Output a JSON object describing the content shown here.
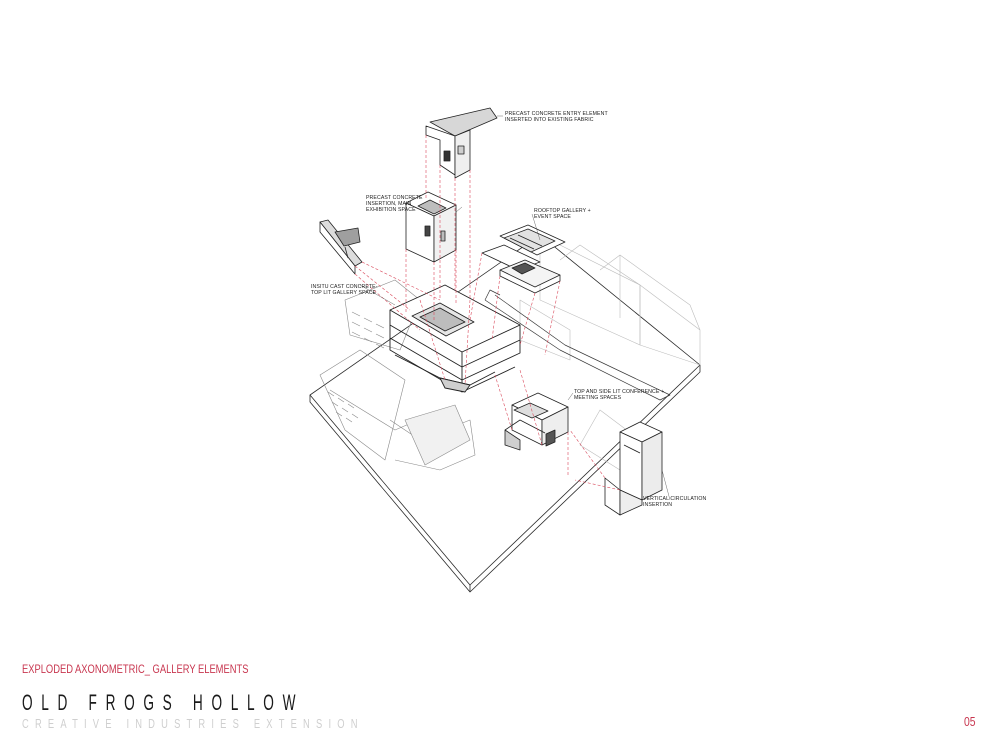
{
  "annotations": {
    "entry": "PRECAST CONCRETE ENTRY ELEMENT\nINSERTED INTO EXISTING FABRIC",
    "main_exhibition": "PRECAST CONCRETE\nINSERTION, MAIN\nEXHIBITION SPACE",
    "rooftop": "ROOFTOP GALLERY +\nEVENT SPACE",
    "insitu": "INSITU CAST CONCRETE-\nTOP LIT GALLERY SPACE",
    "conference": "TOP AND SIDE LIT CONFERENCE +\nMEETING SPACES",
    "circulation": "VERTICAL CIRCULATION\nINSERTION"
  },
  "footer": {
    "subtitle": "EXPLODED AXONOMETRIC_ GALLERY ELEMENTS",
    "title": "OLD FROGS HOLLOW",
    "project": "CREATIVE INDUSTRIES EXTENSION",
    "page_number": "05"
  },
  "colors": {
    "accent": "#c8364f",
    "line": "#2a2a2a",
    "projection_line": "#d94a5c",
    "muted_text": "#cfcfcf"
  }
}
